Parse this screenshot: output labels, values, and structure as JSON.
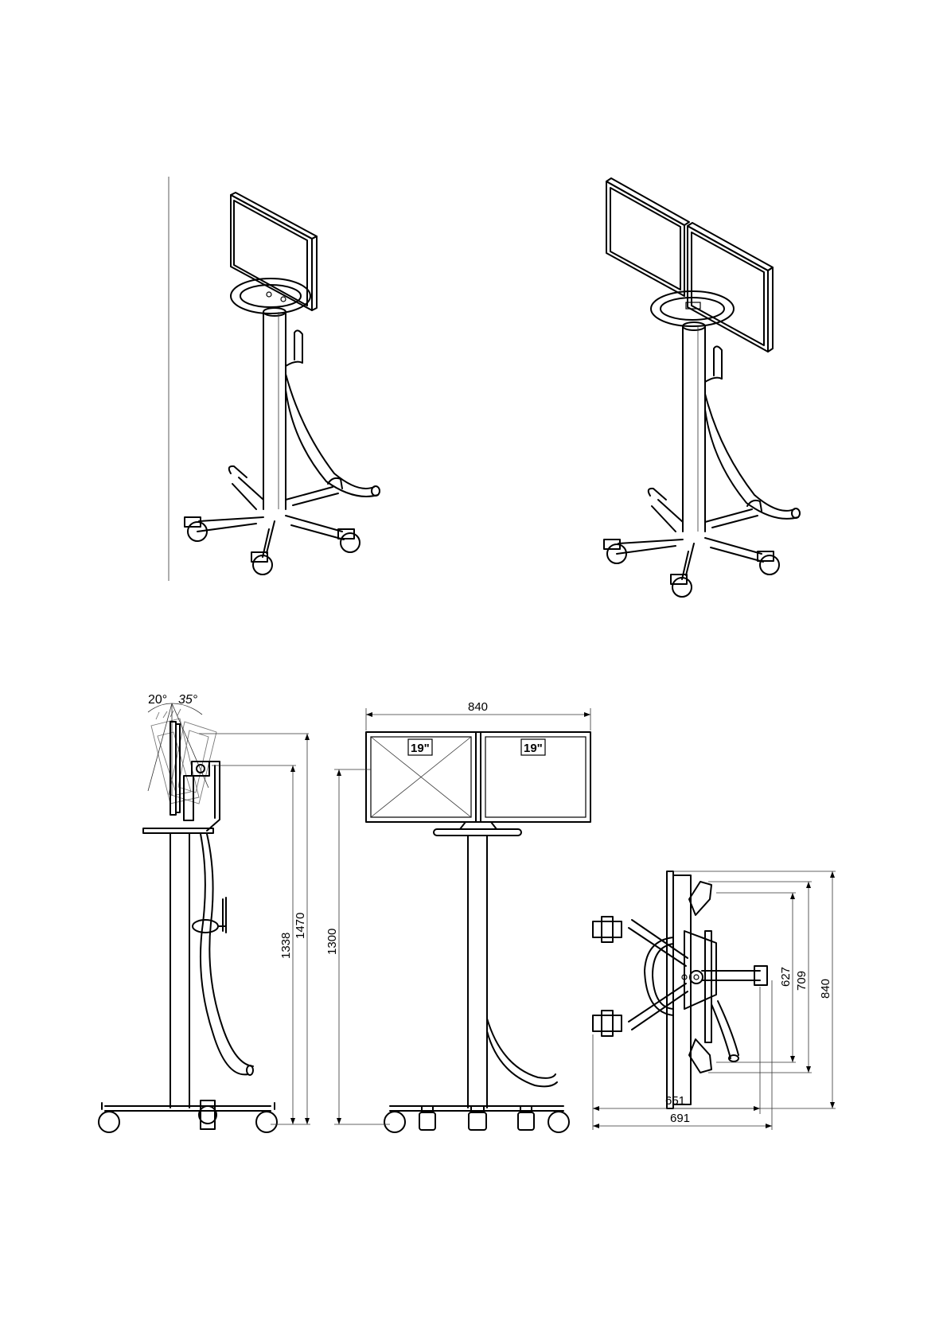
{
  "side_view": {
    "tilt_back_angle": "20°",
    "tilt_forward_angle": "35°",
    "dim_inner_height": "1338",
    "dim_outer_height": "1470"
  },
  "front_view": {
    "dim_width": "840",
    "dim_height": "1300",
    "left_monitor_size": "19\"",
    "right_monitor_size": "19\""
  },
  "top_view": {
    "dim_627": "627",
    "dim_709": "709",
    "dim_840": "840",
    "dim_651": "651",
    "dim_691": "691"
  }
}
